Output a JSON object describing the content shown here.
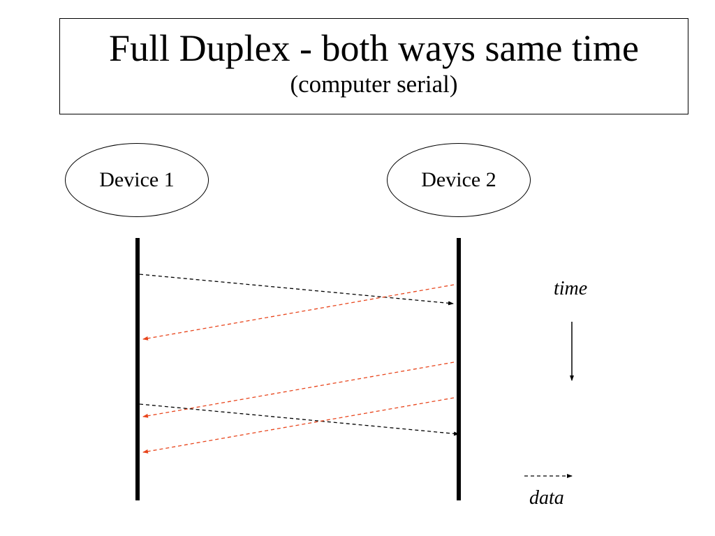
{
  "title": "Full Duplex - both ways same time",
  "subtitle": "(computer serial)",
  "devices": {
    "device1": "Device 1",
    "device2": "Device 2"
  },
  "labels": {
    "time": "time",
    "data": "data"
  },
  "colors": {
    "line": "#000000",
    "device1_to_device2": "#000000",
    "device2_to_device1": "#e8451c"
  },
  "messages": [
    {
      "from": "Device 1",
      "to": "Device 2",
      "color": "black"
    },
    {
      "from": "Device 2",
      "to": "Device 1",
      "color": "red"
    },
    {
      "from": "Device 2",
      "to": "Device 1",
      "color": "red"
    },
    {
      "from": "Device 1",
      "to": "Device 2",
      "color": "black"
    },
    {
      "from": "Device 2",
      "to": "Device 1",
      "color": "red"
    }
  ]
}
